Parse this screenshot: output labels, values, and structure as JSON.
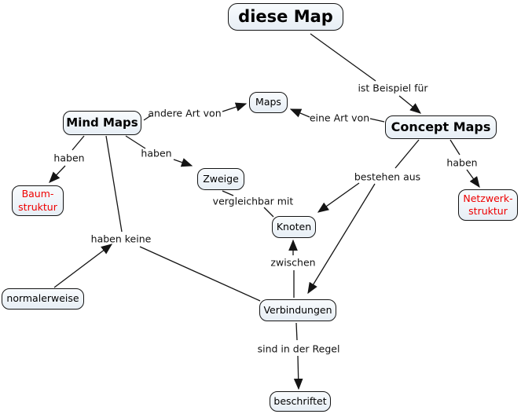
{
  "canvas": {
    "background": "#ffffff"
  },
  "colors": {
    "node_fill": "#edf3f8",
    "node_border": "#141414",
    "node_text": "#000000",
    "highlight_text": "#ee0000",
    "line": "#141414"
  },
  "nodes": {
    "diese_map": {
      "label": "diese Map"
    },
    "mind_maps": {
      "label": "Mind Maps"
    },
    "maps": {
      "label": "Maps"
    },
    "concept_maps": {
      "label": "Concept Maps"
    },
    "zweige": {
      "label": "Zweige"
    },
    "baum_struktur": {
      "label": "Baum-\nstruktur"
    },
    "netzwerk_struktur": {
      "label": "Netzwerk-\nstruktur"
    },
    "knoten": {
      "label": "Knoten"
    },
    "normalerweise": {
      "label": "normalerweise"
    },
    "verbindungen": {
      "label": "Verbindungen"
    },
    "beschriftet": {
      "label": "beschriftet"
    }
  },
  "edge_labels": {
    "ist_beispiel_fuer": {
      "label": "ist Beispiel für"
    },
    "andere_art_von": {
      "label": "andere Art von"
    },
    "eine_art_von": {
      "label": "eine Art von"
    },
    "haben_left": {
      "label": "haben"
    },
    "haben_mid": {
      "label": "haben"
    },
    "haben_right": {
      "label": "haben"
    },
    "bestehen_aus": {
      "label": "bestehen aus"
    },
    "vergleichbar_mit": {
      "label": "vergleichbar mit"
    },
    "haben_keine": {
      "label": "haben keine"
    },
    "zwischen": {
      "label": "zwischen"
    },
    "sind_in_der_regel": {
      "label": "sind in der Regel"
    }
  },
  "connections": [
    {
      "from": "diese Map",
      "label": "ist Beispiel für",
      "to": "Concept Maps",
      "arrow": true
    },
    {
      "from": "Mind Maps",
      "label": "andere Art von",
      "to": "Maps",
      "arrow": true
    },
    {
      "from": "Concept Maps",
      "label": "eine Art von",
      "to": "Maps",
      "arrow": true
    },
    {
      "from": "Mind Maps",
      "label": "haben",
      "to": "Baum-struktur",
      "arrow": true
    },
    {
      "from": "Mind Maps",
      "label": "haben",
      "to": "Zweige",
      "arrow": true
    },
    {
      "from": "Mind Maps",
      "label": "haben keine",
      "to": "Verbindungen",
      "arrow": false
    },
    {
      "from": "normalerweise",
      "label": "",
      "to": "haben keine",
      "arrow": true
    },
    {
      "from": "Concept Maps",
      "label": "bestehen aus",
      "to": "Knoten",
      "arrow": true
    },
    {
      "from": "Concept Maps",
      "label": "bestehen aus",
      "to": "Verbindungen",
      "arrow": true
    },
    {
      "from": "Concept Maps",
      "label": "haben",
      "to": "Netzwerk-struktur",
      "arrow": true
    },
    {
      "from": "Zweige",
      "label": "vergleichbar mit",
      "to": "Knoten",
      "arrow": false
    },
    {
      "from": "Verbindungen",
      "label": "zwischen",
      "to": "Knoten",
      "arrow": true
    },
    {
      "from": "Verbindungen",
      "label": "sind in der Regel",
      "to": "beschriftet",
      "arrow": true
    }
  ]
}
